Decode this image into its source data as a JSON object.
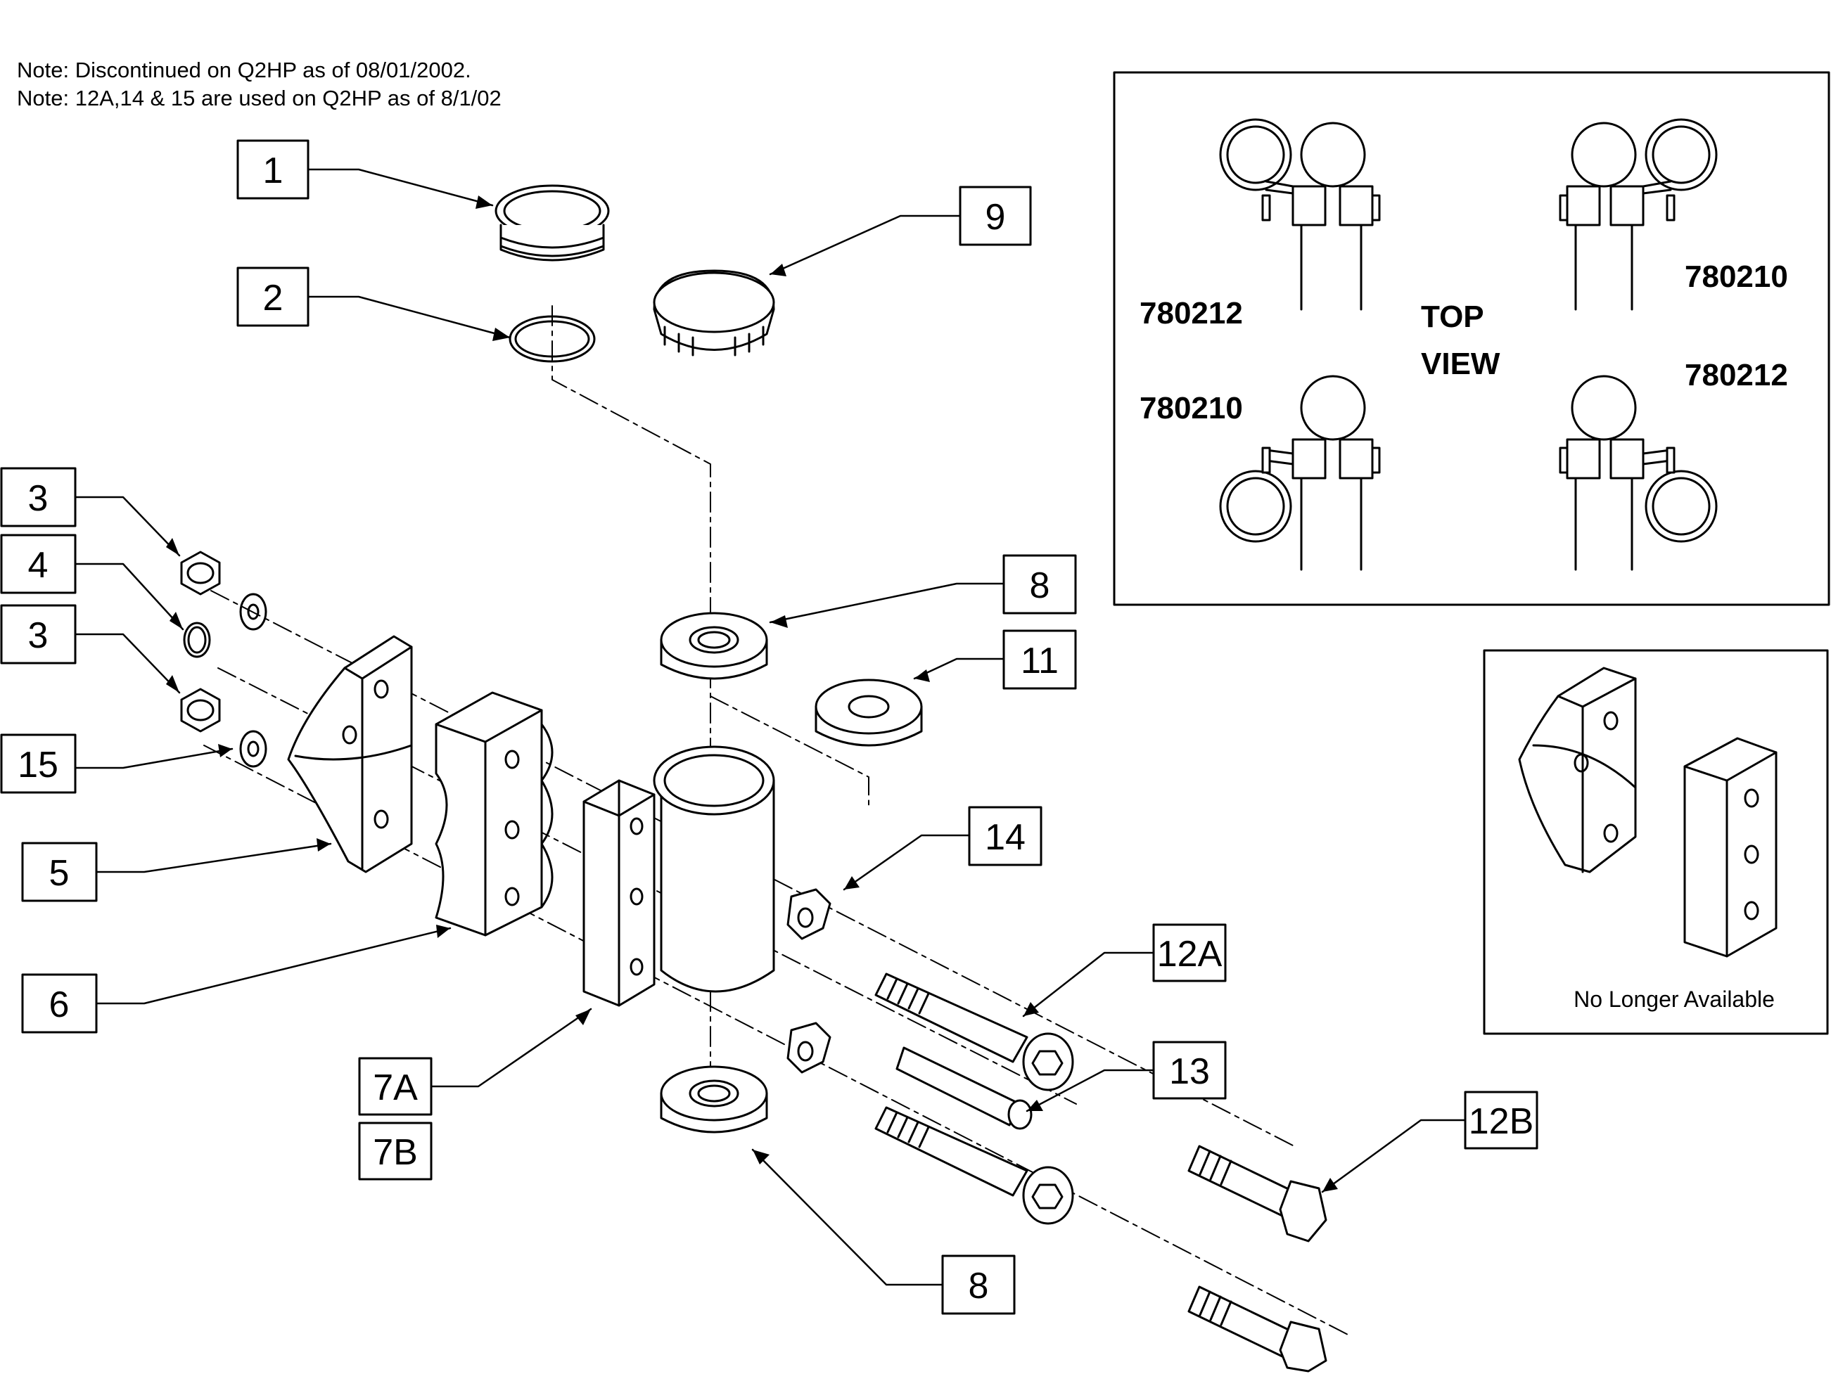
{
  "notes": [
    "Note: Discontinued on Q2HP as of 08/01/2002.",
    "Note: 12A,14 & 15 are used on Q2HP as of 8/1/02"
  ],
  "callouts": {
    "c1": "1",
    "c2": "2",
    "c3a": "3",
    "c4": "4",
    "c3b": "3",
    "c15": "15",
    "c5": "5",
    "c6": "6",
    "c7a": "7A",
    "c7b": "7B",
    "c9": "9",
    "c8a": "8",
    "c11": "11",
    "c14": "14",
    "c12a": "12A",
    "c13": "13",
    "c12b": "12B",
    "c8b": "8"
  },
  "top_view": {
    "title_line1": "TOP",
    "title_line2": "VIEW",
    "part_tl": "780212",
    "part_tr": "780210",
    "part_bl": "780210",
    "part_br": "780212"
  },
  "inset_caption": "No Longer Available"
}
